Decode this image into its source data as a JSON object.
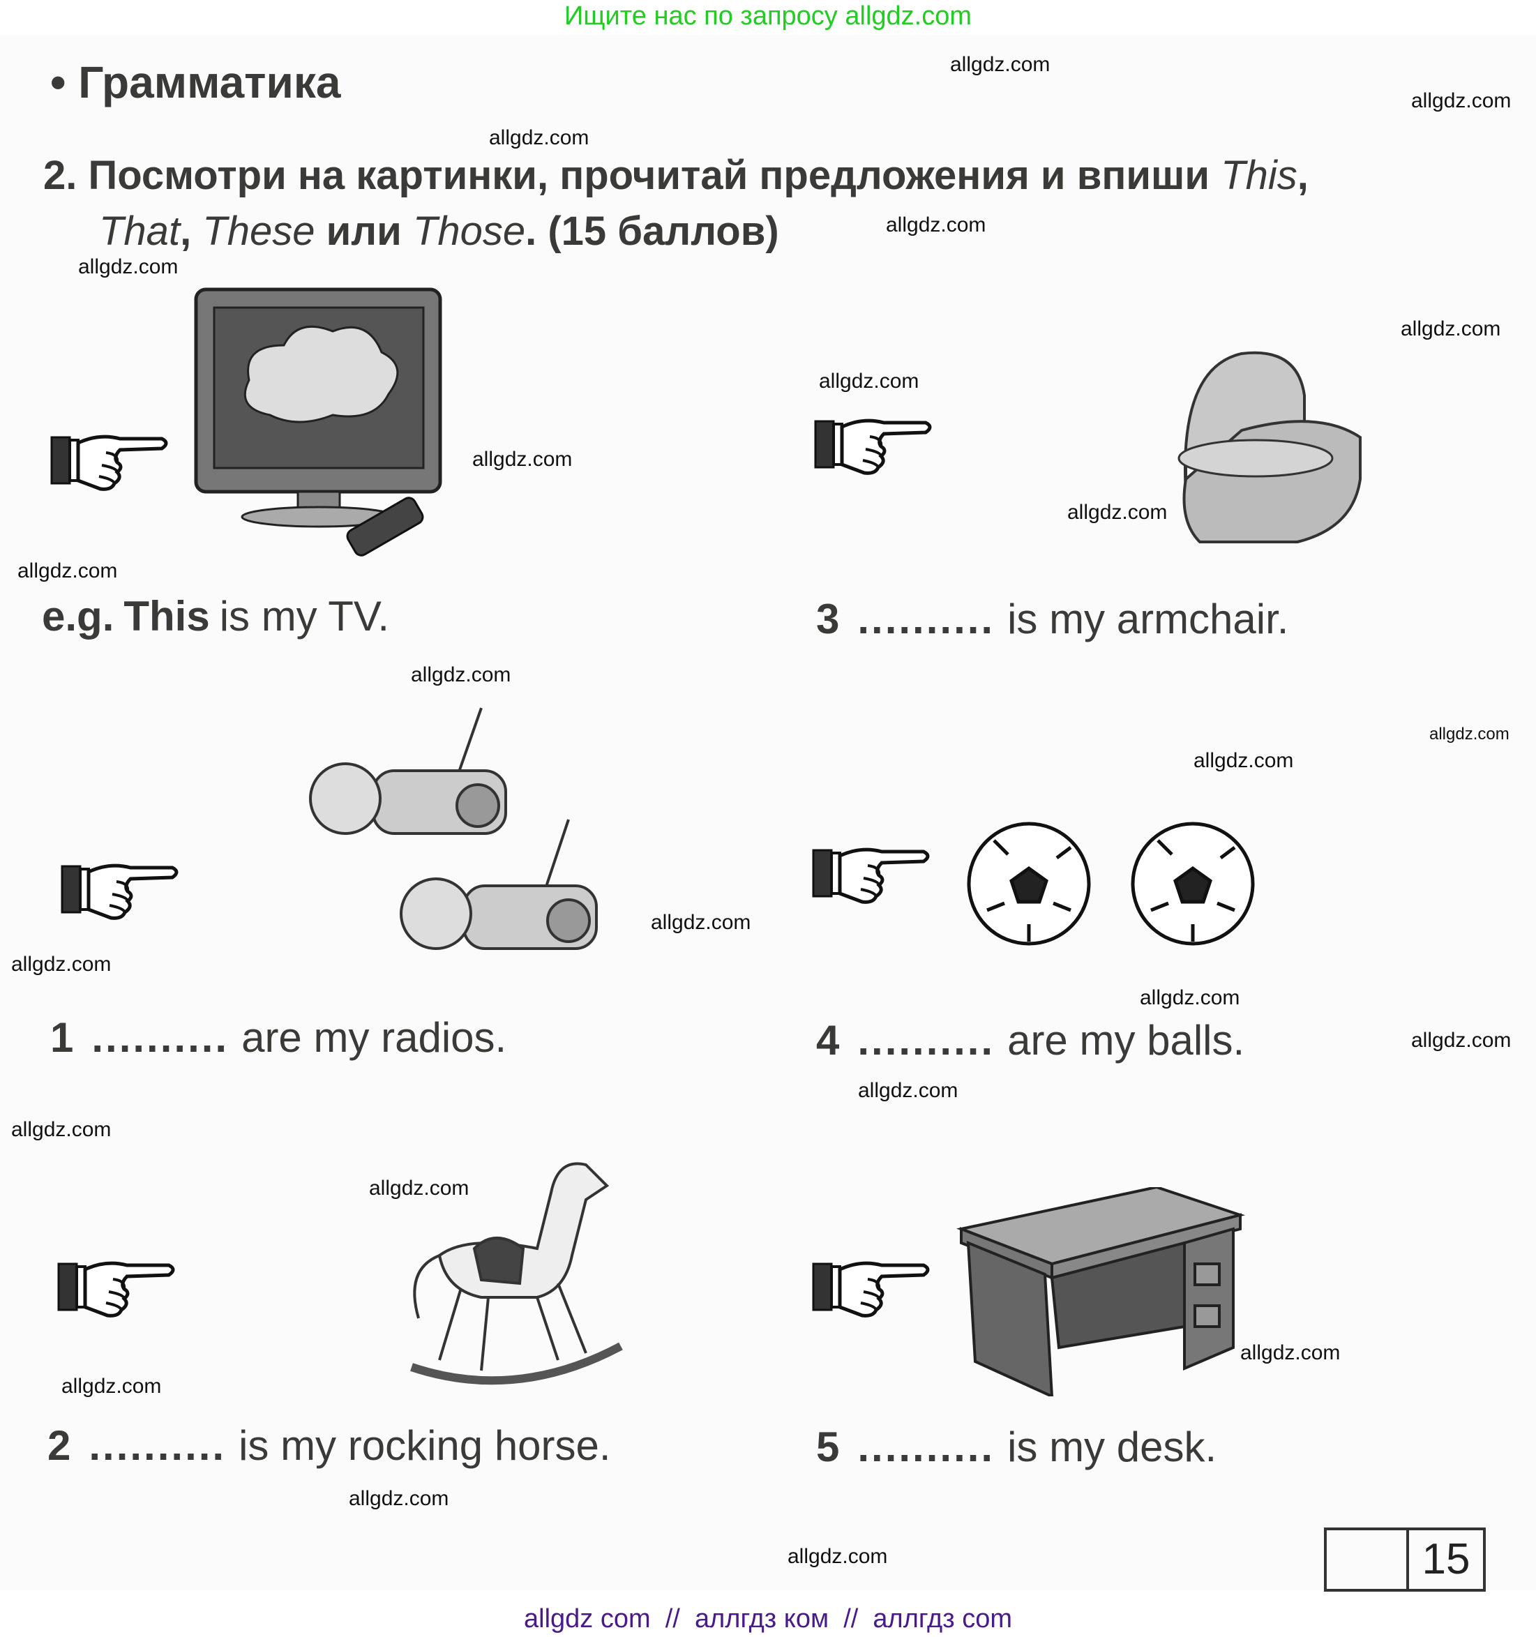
{
  "banner": "Ищите нас по запросу allgdz.com",
  "heading": {
    "bullet": "•",
    "title": "Грамматика"
  },
  "task": {
    "number": "2.",
    "text_1": "Посмотри на картинки, прочитай предложения и впиши ",
    "word_this": "This",
    "comma_1": ",",
    "word_that": "That",
    "comma_2": ", ",
    "word_these": "These",
    "or": " или ",
    "word_those": "Those",
    "points": ". (15 баллов)"
  },
  "items": [
    {
      "label": "e.g.",
      "answer": "This",
      "rest": "is my TV.",
      "picture": "tv"
    },
    {
      "label": "1",
      "blank": "..........",
      "rest": "are my radios.",
      "picture": "radios"
    },
    {
      "label": "2",
      "blank": "..........",
      "rest": "is my rocking horse.",
      "picture": "rocking-horse"
    },
    {
      "label": "3",
      "blank": "..........",
      "rest": "is my armchair.",
      "picture": "armchair"
    },
    {
      "label": "4",
      "blank": "..........",
      "rest": "are my balls.",
      "picture": "balls"
    },
    {
      "label": "5",
      "blank": "..........",
      "rest": "is my desk.",
      "picture": "desk"
    }
  ],
  "watermark": "allgdz.com",
  "score_box": {
    "score": "",
    "max": "15"
  },
  "footer": "allgdz com  //  аллгдз ком  //  аллгдз com",
  "colors": {
    "banner": "#22cc22",
    "footer": "#4a1a8a",
    "text": "#3a3a38"
  }
}
